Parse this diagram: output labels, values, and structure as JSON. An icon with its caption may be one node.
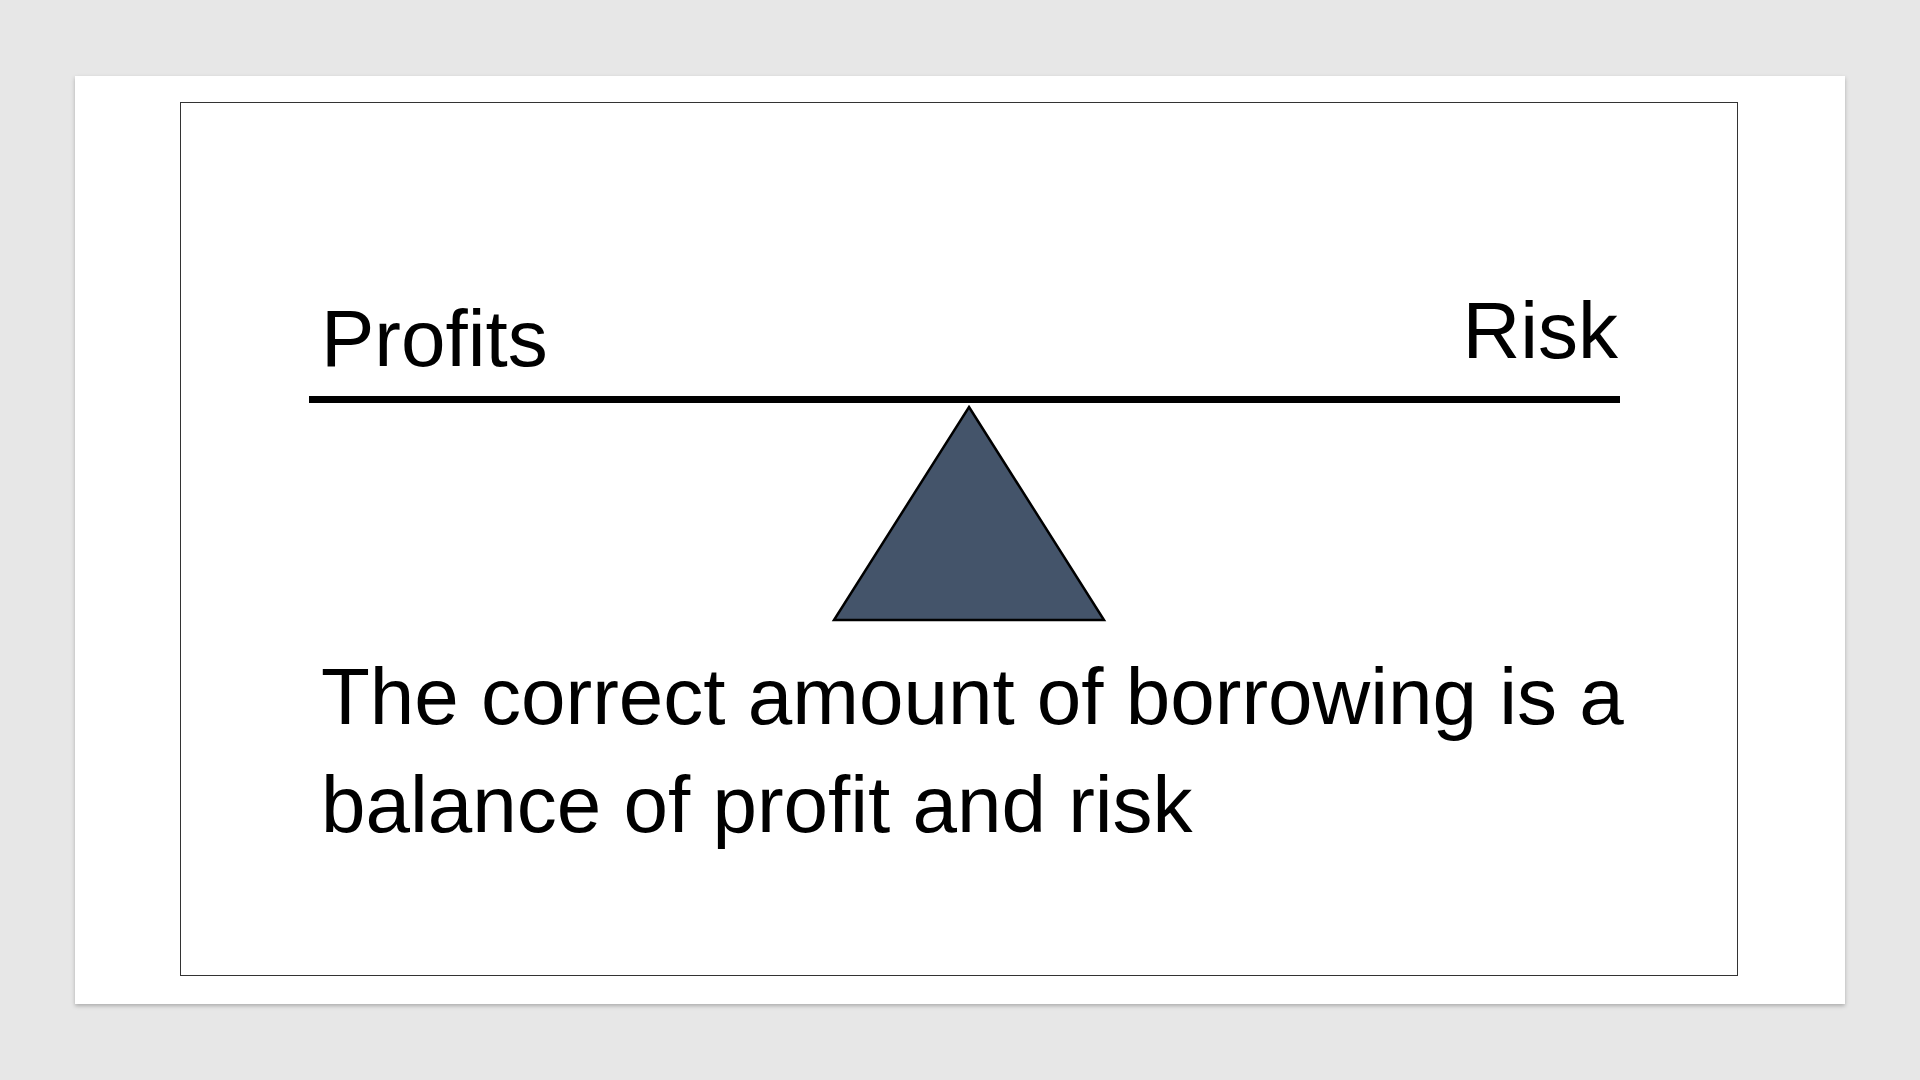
{
  "diagram": {
    "labels": [
      "Profits",
      "Risk"
    ],
    "caption": "The correct amount of borrowing is a balance of profit and risk"
  }
}
